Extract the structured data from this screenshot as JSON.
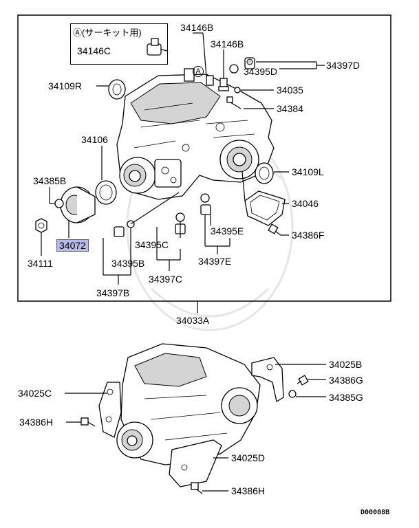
{
  "diagram": {
    "inset_title": "Ⓐ(サーキット用)",
    "labels": {
      "p34146B_top": "34146B",
      "p34146B": "34146B",
      "p34146C": "34146C",
      "p34109R": "34109R",
      "p34397D": "34397D",
      "p34395D": "34395D",
      "p34035": "34035",
      "p34384": "34384",
      "p34106": "34106",
      "p34109L": "34109L",
      "p34385B": "34385B",
      "p34046": "34046",
      "p34072": "34072",
      "p34386F": "34386F",
      "p34395E": "34395E",
      "p34111": "34111",
      "p34395C": "34395C",
      "p34395B": "34395B",
      "p34397E": "34397E",
      "p34397C": "34397C",
      "p34397B": "34397B",
      "p34033A": "34033A",
      "p34025B": "34025B",
      "p34386G": "34386G",
      "p34025C": "34025C",
      "p34385G": "34385G",
      "p34386H_left": "34386H",
      "p34025D": "34025D",
      "p34386H_bottom": "34386H"
    },
    "callout_marker": "A",
    "highlighted_part": "34072",
    "highlight_color": "#b9b9ea",
    "footer_code": "D00008B"
  }
}
